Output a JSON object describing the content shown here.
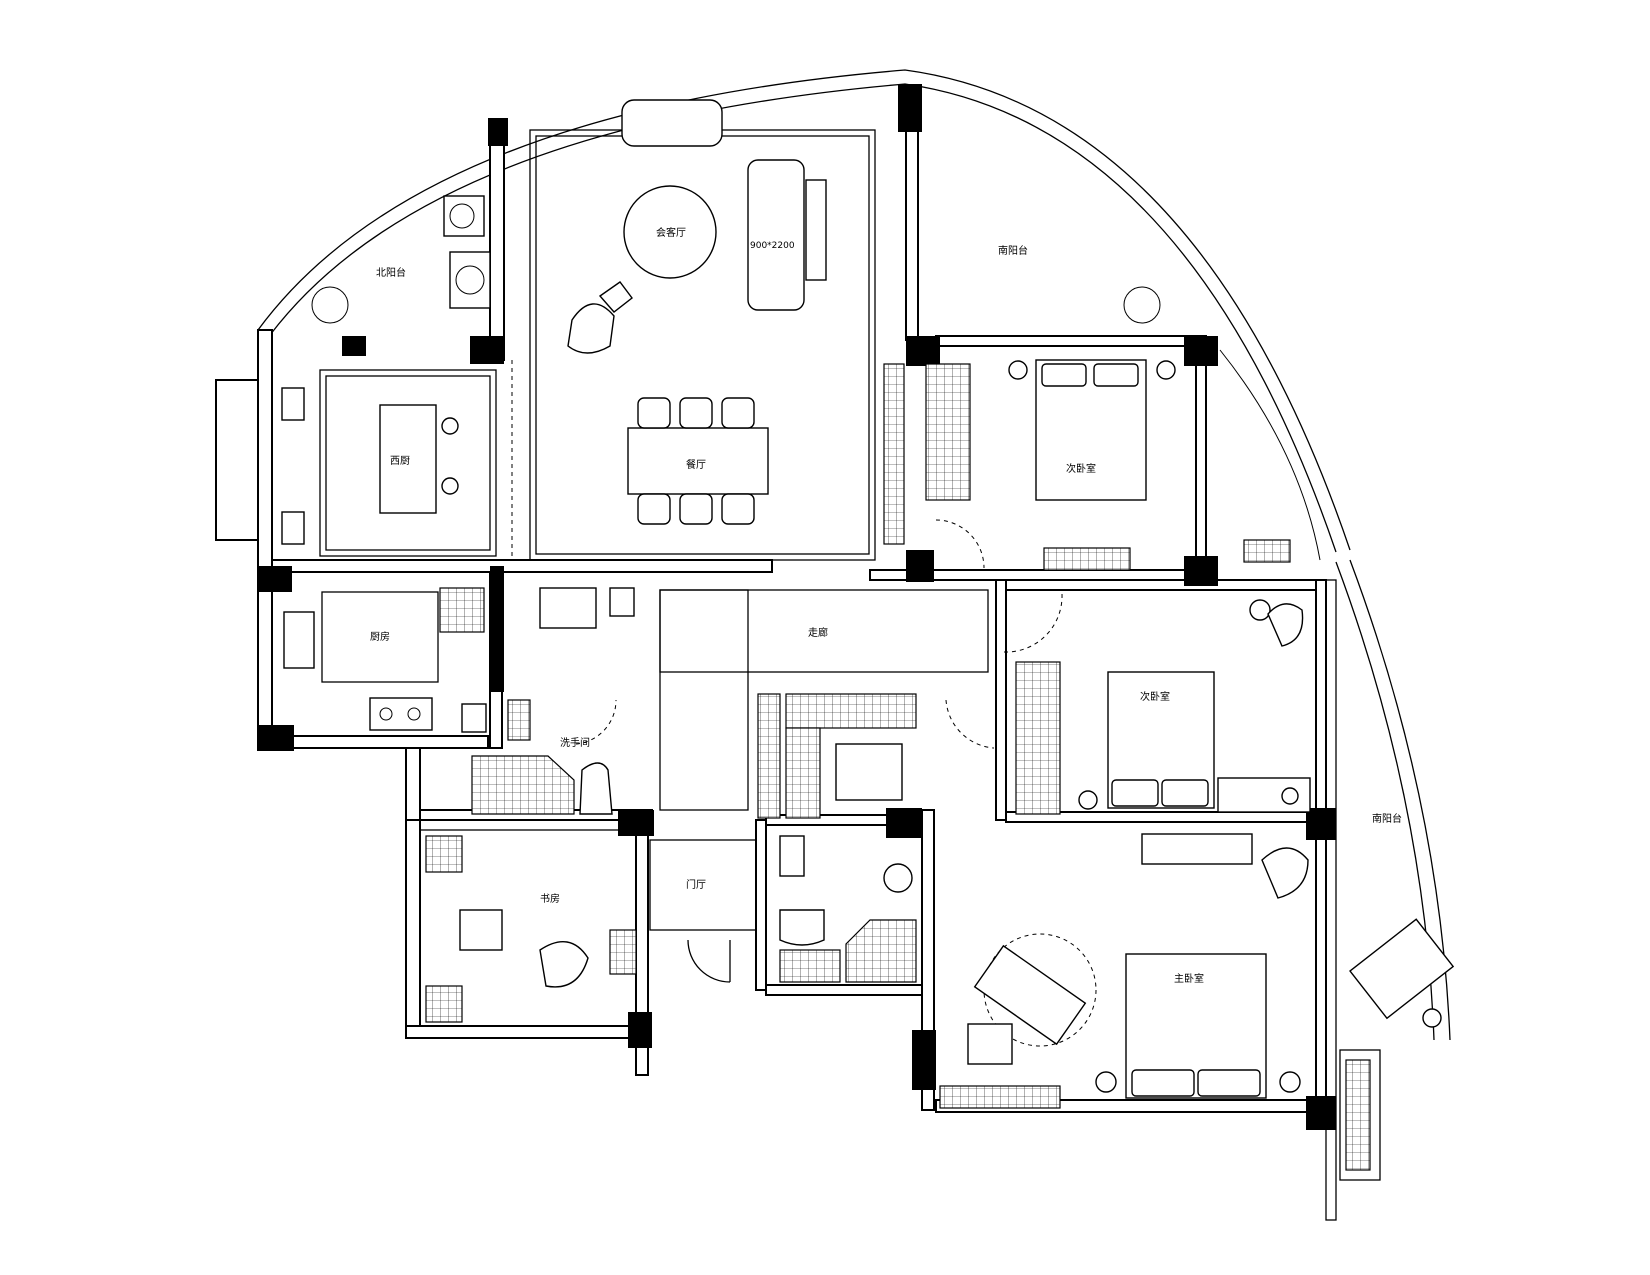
{
  "plan": {
    "rooms": {
      "reception_hall": "会客厅",
      "sofa_size": "900*2200",
      "dining": "餐厅",
      "north_balcony": "北阳台",
      "south_balcony_top": "南阳台",
      "western_kitchen": "西厨",
      "kitchen": "厨房",
      "washroom": "洗手间",
      "corridor": "走廊",
      "second_bedroom_top": "次卧室",
      "second_bedroom_mid": "次卧室",
      "south_balcony_right": "南阳台",
      "study": "书房",
      "foyer": "门厅",
      "master_bedroom": "主卧室"
    }
  }
}
